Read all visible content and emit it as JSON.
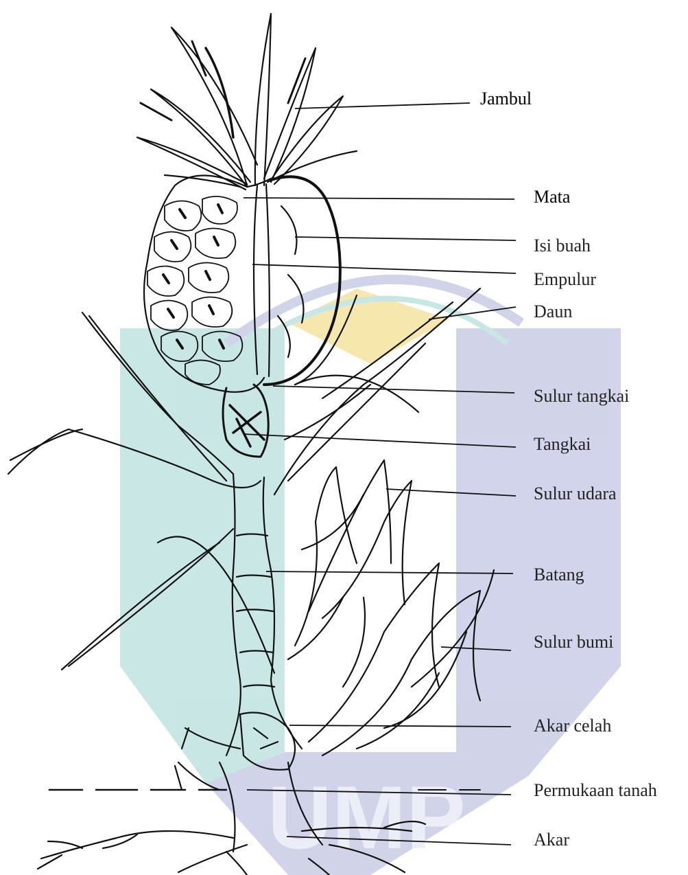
{
  "diagram": {
    "labels": [
      {
        "id": "jambul",
        "text": "Jambul"
      },
      {
        "id": "mata",
        "text": "Mata"
      },
      {
        "id": "isi-buah",
        "text": "Isi buah"
      },
      {
        "id": "empulur",
        "text": "Empulur"
      },
      {
        "id": "daun",
        "text": "Daun"
      },
      {
        "id": "sulur-tangkai",
        "text": "Sulur tangkai"
      },
      {
        "id": "tangkai",
        "text": "Tangkai"
      },
      {
        "id": "sulur-udara",
        "text": "Sulur udara"
      },
      {
        "id": "batang",
        "text": "Batang"
      },
      {
        "id": "sulur-bumi",
        "text": "Sulur bumi"
      },
      {
        "id": "akar-celah",
        "text": "Akar celah"
      },
      {
        "id": "permukaan-tanah",
        "text": "Permukaan tanah"
      },
      {
        "id": "akar",
        "text": "Akar"
      }
    ],
    "watermark": "UMP",
    "colors": {
      "teal": "#bfe3e0",
      "lavender": "#c9cde6",
      "yellow": "#f5e3a2",
      "ink": "#111111"
    }
  }
}
